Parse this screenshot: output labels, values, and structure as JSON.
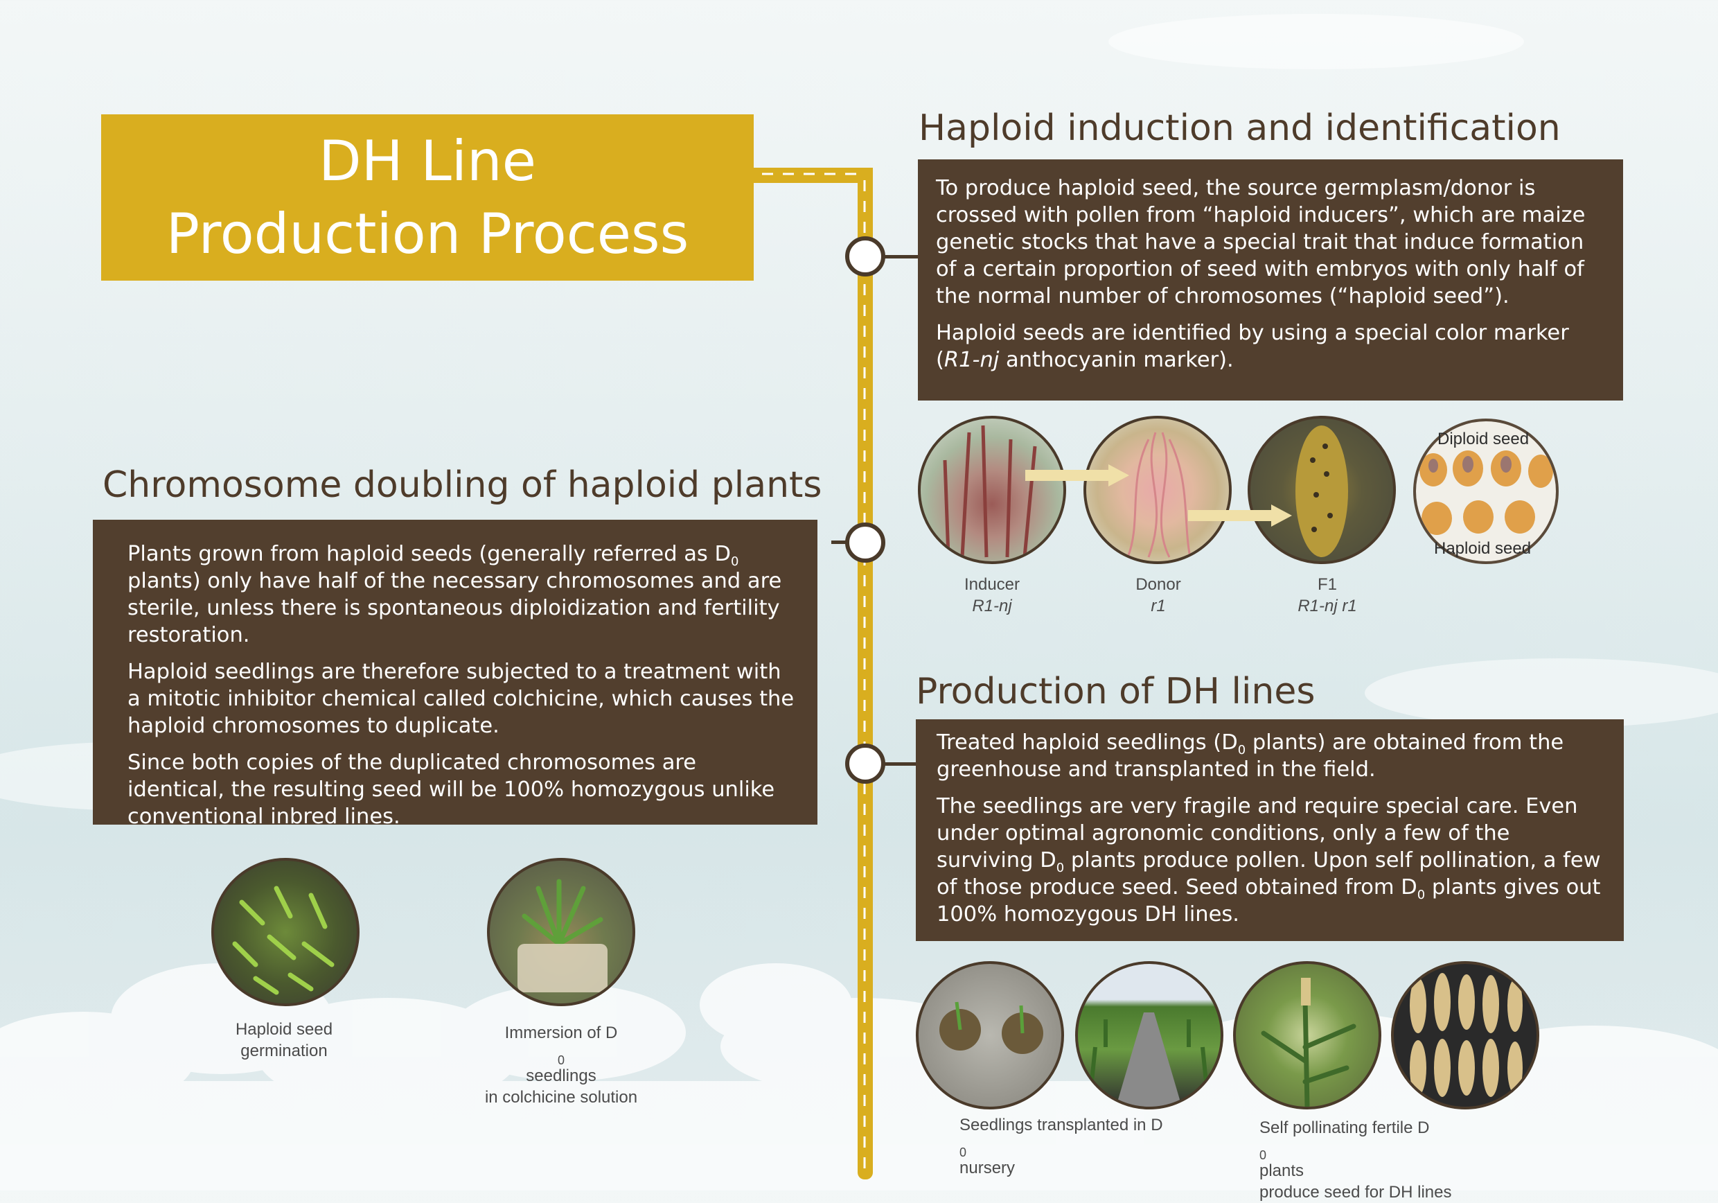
{
  "title": {
    "line1": "DH Line",
    "line2": "Production Process"
  },
  "sections": {
    "haploid_induction": {
      "heading": "Haploid induction and identification",
      "para1": "To produce haploid seed, the source germplasm/donor is crossed with pollen from “haploid inducers”, which are maize genetic stocks that have a special trait that induce formation of a certain proportion of seed with embryos with only half of the normal number of chromosomes (“haploid seed”).",
      "para2_prefix": "Haploid seeds are identified by using a special color marker (",
      "para2_marker": "R1-nj",
      "para2_suffix": " anthocyanin marker).",
      "photos": [
        {
          "label": "Inducer",
          "sublabel": "R1-nj"
        },
        {
          "label": "Donor",
          "sublabel": "r1"
        },
        {
          "label": "F1",
          "sublabel": "R1-nj r1"
        }
      ],
      "seed_labels": {
        "top": "Diploid seed",
        "bottom": "Haploid seed"
      }
    },
    "chromosome_doubling": {
      "heading": "Chromosome doubling of haploid plants",
      "para1_a": "Plants grown from haploid seeds (generally referred as D",
      "para1_sub": "0",
      "para1_b": " plants) only have half of the necessary chromosomes and are sterile, unless there is spontaneous diploidization and fertility restoration.",
      "para2": "Haploid seedlings are therefore subjected to a treatment with a mitotic inhibitor chemical called colchicine, which causes the haploid chromosomes to duplicate.",
      "para3": "Since both copies of the duplicated chromosomes are identical, the resulting seed will be 100% homozygous unlike conventional inbred lines.",
      "captions": {
        "germination_line1": "Haploid seed",
        "germination_line2": "germination",
        "immersion_a": "Immersion of D",
        "immersion_sub": "0",
        "immersion_b": " seedlings",
        "immersion_line2": "in colchicine solution"
      }
    },
    "production": {
      "heading": "Production of DH lines",
      "p1_a": "Treated haploid seedlings (D",
      "p1_sub": "0",
      "p1_b": " plants) are obtained from the greenhouse and transplanted in the field.",
      "p2_a": "The seedlings are very fragile and require special care. Even under optimal agronomic conditions, only a few of the surviving D",
      "p2_sub1": "0",
      "p2_b": " plants produce pollen. Upon self pollination, a few of those produce seed. Seed obtained from D",
      "p2_sub2": "0",
      "p2_c": " plants gives out  100% homozygous DH lines.",
      "captions": {
        "transplant_a": "Seedlings transplanted in D",
        "transplant_sub": "0",
        "transplant_line2": "nursery",
        "selfpoll_a": "Self pollinating fertile D",
        "selfpoll_sub": "0",
        "selfpoll_b": " plants",
        "selfpoll_line2": "produce seed for DH lines"
      }
    }
  },
  "colors": {
    "gold": "#d9ae1f",
    "brown_box": "#523f2e",
    "heading_brown": "#4e3b2a",
    "timeline": "#d9ae1f"
  }
}
